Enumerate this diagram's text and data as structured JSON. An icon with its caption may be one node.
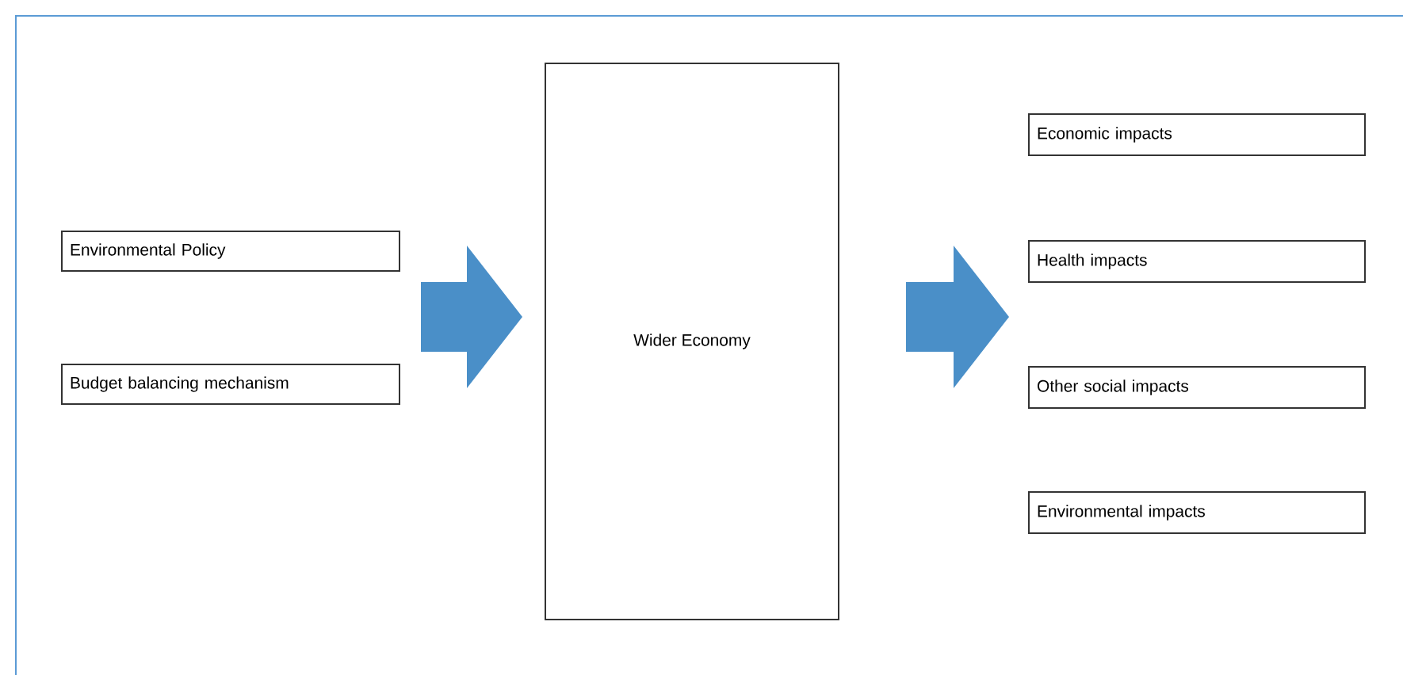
{
  "diagram": {
    "nodes": [
      {
        "text": [
          "Environmental Policy"
        ]
      },
      {
        "text": [
          "Budget balancing mechanism"
        ]
      },
      {
        "text": [
          "Wider Economy"
        ]
      },
      {
        "text": [
          "Economic impacts"
        ]
      },
      {
        "text": [
          "Health impacts"
        ]
      },
      {
        "text": [
          "Other social impacts"
        ]
      },
      {
        "text": [
          "Environmental impacts"
        ]
      }
    ],
    "edges": [
      {
        "from": 0,
        "to": 2,
        "arrow": "to",
        "style": "thick"
      },
      {
        "from": 1,
        "to": 2,
        "arrow": "to",
        "style": "thick"
      },
      {
        "from": 2,
        "to": 3,
        "arrow": "to",
        "style": "thick"
      },
      {
        "from": 2,
        "to": 4,
        "arrow": "to",
        "style": "thick"
      },
      {
        "from": 2,
        "to": 5,
        "arrow": "to",
        "style": "thick"
      },
      {
        "from": 2,
        "to": 6,
        "arrow": "to",
        "style": "thick"
      }
    ]
  }
}
